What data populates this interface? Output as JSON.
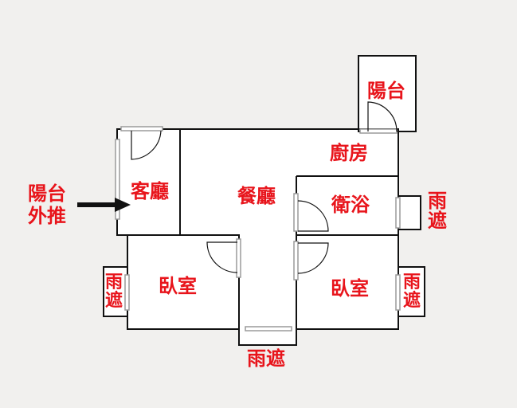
{
  "rooms": {
    "balcony": "陽台",
    "kitchen": "廚房",
    "living_room": "客廳",
    "dining_room": "餐廳",
    "bathroom": "衛浴",
    "bedroom_left": "臥室",
    "bedroom_right": "臥室"
  },
  "awnings": {
    "left": "雨遮",
    "right": "雨遮",
    "bathroom": "雨遮",
    "bottom": "雨遮"
  },
  "notes": {
    "balcony_push_out_line1": "陽台",
    "balcony_push_out_line2": "外推"
  },
  "colors": {
    "wall": "#111111",
    "label": "#e8141b",
    "window_frame": "#9a9a9a",
    "background": "#f1f0ee",
    "floor": "#ffffff"
  }
}
